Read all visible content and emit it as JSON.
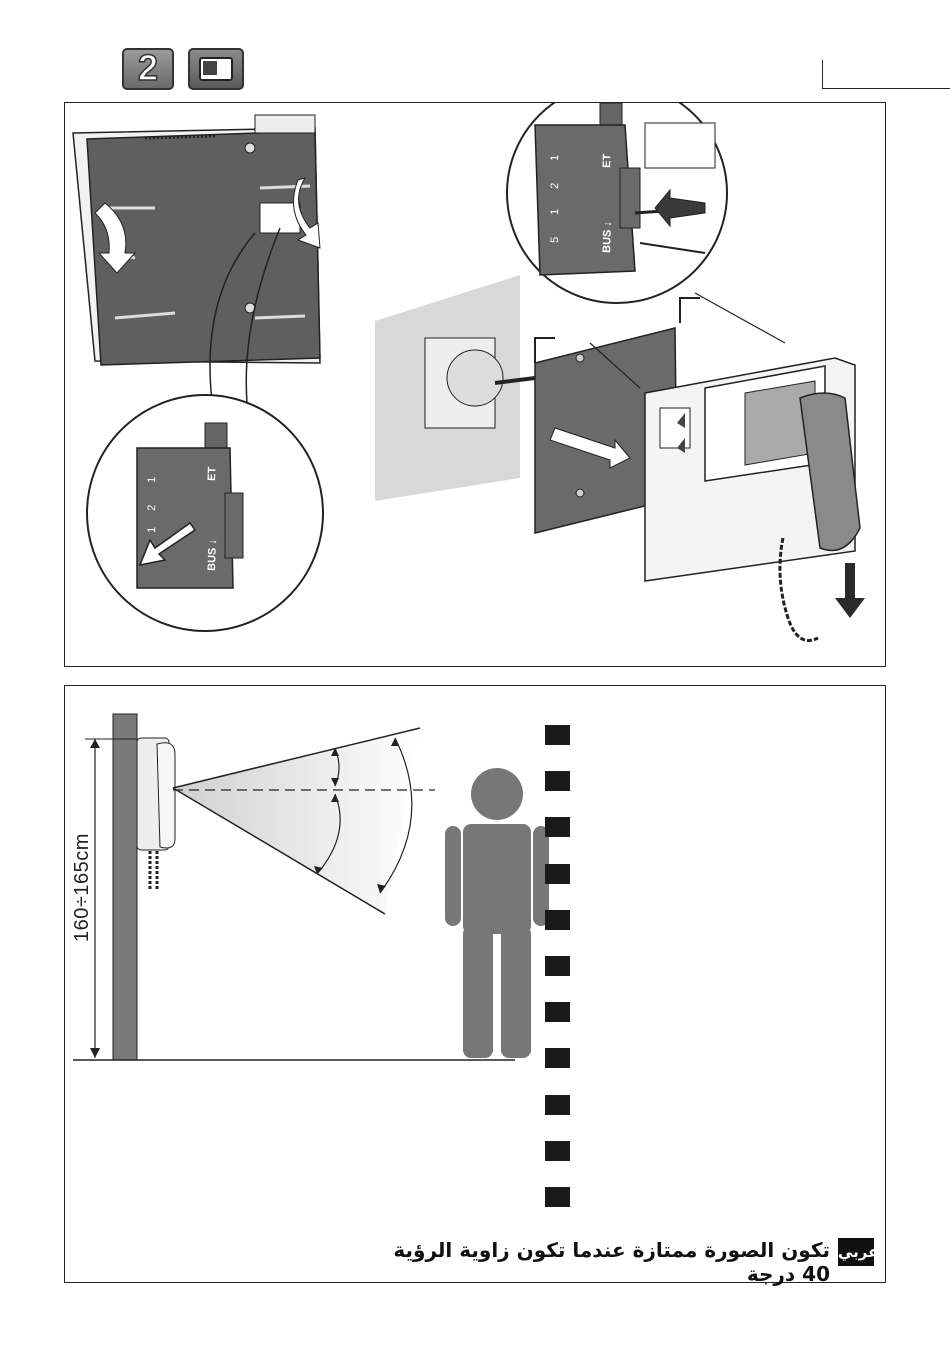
{
  "header": {
    "step_number": "2",
    "step_icon": "booklet-page-icon",
    "device_icon": "monitor-icon"
  },
  "installation": {
    "terminal_labels": [
      "1",
      "2",
      "1",
      "5"
    ],
    "terminal_side_labels": [
      "ET",
      "BUS"
    ],
    "terminal_labels_lower": [
      "1",
      "2",
      "1"
    ]
  },
  "viewing": {
    "height_label": "160÷165cm",
    "note_text": "تكون الصورة ممتازة عندما تكون زاوية الرؤية 40 درجة",
    "lang_tag": "عربي",
    "marker_count": 11
  }
}
